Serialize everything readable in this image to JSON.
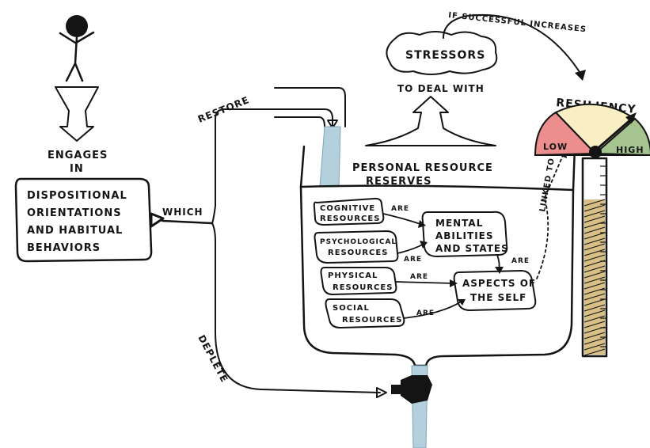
{
  "labels": {
    "engages": "ENGAGES",
    "in": "IN",
    "dispositional_box": [
      "DISPOSITIONAL",
      "ORIENTATIONS",
      "AND HABITUAL",
      "BEHAVIORS"
    ],
    "which": "WHICH",
    "restore": "RESTORE",
    "deplete": "DEPLETE",
    "stressors": "STRESSORS",
    "to_deal_with": "TO DEAL WITH",
    "if_successful": "IF SUCCESSFUL INCREASES",
    "resiliency": "RESILIENCY",
    "low": "LOW",
    "high": "HIGH",
    "personal_resource": "PERSONAL RESOURCE",
    "reserves": "RESERVES",
    "cognitive": [
      "COGNITIVE",
      "RESOURCES"
    ],
    "psychological": [
      "PSYCHOLOGICAL",
      "RESOURCES"
    ],
    "physical": [
      "PHYSICAL",
      "RESOURCES"
    ],
    "social": [
      "SOCIAL",
      "RESOURCES"
    ],
    "mental": [
      "MENTAL",
      "ABILITIES",
      "AND STATES"
    ],
    "aspects": [
      "ASPECTS OF",
      "THE SELF"
    ],
    "are": "ARE",
    "linked_to": "LINKED TO"
  },
  "colors": {
    "ink": "#141414",
    "water": "#b3d0dc",
    "box_fill": "#fbefb3",
    "stressors_fill": "#ec9a9a",
    "arrow_fill": "#e5f0d6",
    "gauge_low": "#ec8e8e",
    "gauge_mid": "#f8f0c4",
    "gauge_high": "#a5c48f",
    "thermo_fill": "#d7bf86",
    "resource_box": "#eaf2f7"
  }
}
